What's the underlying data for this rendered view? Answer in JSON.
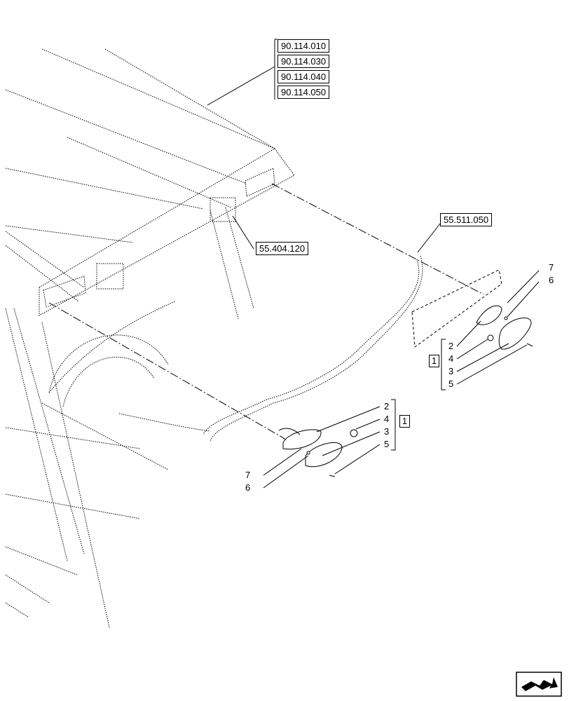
{
  "references": {
    "stack": [
      "90.114.010",
      "90.114.030",
      "90.114.040",
      "90.114.050"
    ],
    "plug_ref": "55.404.120",
    "harness_ref": "55.511.050"
  },
  "callouts_right": {
    "top": [
      "7",
      "6"
    ],
    "group": [
      "2",
      "4",
      "3",
      "5"
    ],
    "item": "1"
  },
  "callouts_left": {
    "group": [
      "2",
      "4",
      "3",
      "5"
    ],
    "item": "1",
    "bottom": [
      "7",
      "6"
    ]
  },
  "icons": {
    "nav": "next-page-arrow-icon"
  }
}
